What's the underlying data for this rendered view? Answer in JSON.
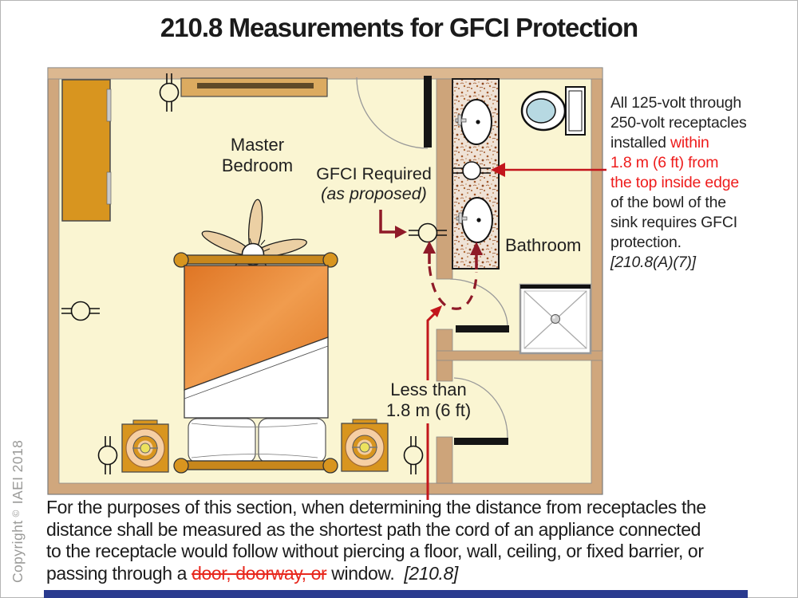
{
  "title": "210.8 Measurements for GFCI Protection",
  "copyright": {
    "word1": "Copyright",
    "symbol": "©",
    "word2": "IAEI 2018"
  },
  "plan": {
    "bedroom_label": "Master Bedroom",
    "bathroom_label": "Bathroom",
    "gfci_label_line1": "GFCI Required",
    "gfci_label_line2": "(as proposed)",
    "distance_label_line1": "Less than",
    "distance_label_line2": "1.8 m (6 ft)"
  },
  "side_note": {
    "line1": "All 125-volt through",
    "line2": "250-volt receptacles",
    "line3_black": "installed",
    "line3_red": "within",
    "line4": "1.8 m (6 ft) from",
    "line5": "the top inside edge",
    "line6": "of the bowl of the",
    "line7": "sink requires GFCI",
    "line8": "protection.",
    "reference": "[210.8(A)(7)]"
  },
  "footnote": {
    "line1": "For the purposes of this section, when determining the distance from receptacles the",
    "line2": "distance shall be measured as the shortest path the cord of an appliance connected",
    "line3": "to the receptacle would follow without piercing a floor, wall, ceiling, or fixed barrier, or",
    "line4_start": "passing through a",
    "line4_struck": "door, doorway, or",
    "line4_end": "window.",
    "reference": "[210.8]"
  },
  "colors": {
    "accent_red": "#c3161c",
    "accent_maroon": "#8f1a28",
    "wall_tan": "#d0a77d",
    "floor_cream": "#faf5d2",
    "footer_bar_blue": "#2a3b8f"
  }
}
